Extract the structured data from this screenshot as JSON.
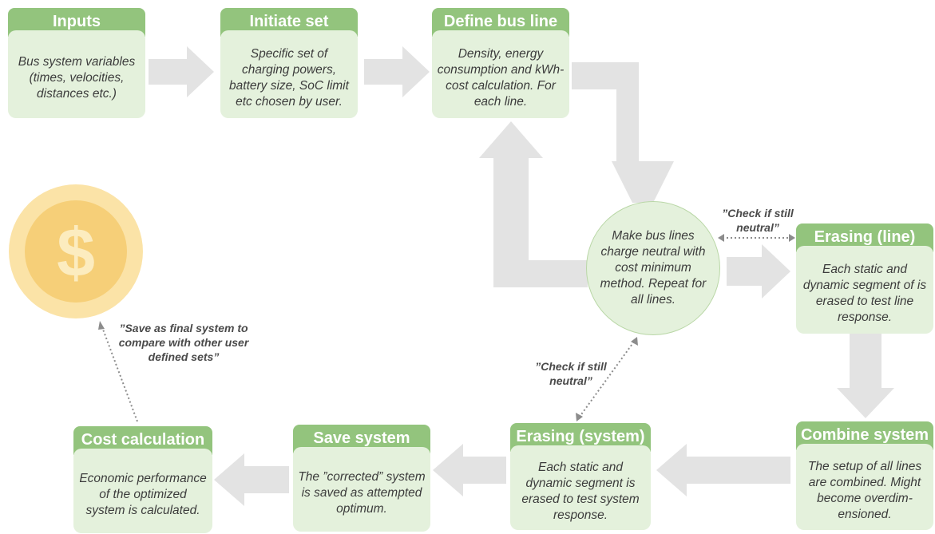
{
  "boxes": {
    "inputs": {
      "title": "Inputs",
      "text": "Bus system variables (times, velocities, distances etc.)"
    },
    "initiate": {
      "title": "Initiate set",
      "text": "Specific set of charging powers, battery size, SoC limit etc chosen by user."
    },
    "define": {
      "title": "Define bus line",
      "text": "Density, energy consumption and kWh-cost calculation. For each line."
    },
    "erasing_line": {
      "title": "Erasing (line)",
      "text": "Each static and dynamic segment of is erased to test line response."
    },
    "combine": {
      "title": "Combine system",
      "text": "The setup of all lines are combined. Might become overdim-ensioned."
    },
    "erasing_system": {
      "title": "Erasing (system)",
      "text": "Each static and dynamic segment is erased to test system response."
    },
    "save": {
      "title": "Save system",
      "text": "The ”corrected” system is saved as attempted optimum."
    },
    "cost": {
      "title": "Cost calculation",
      "text": "Economic performance of the optimized system is calculated."
    }
  },
  "circle": {
    "text": "Make bus lines charge neutral with cost minimum method. Repeat for all lines."
  },
  "notes": {
    "check_line": "”Check if still neutral”",
    "check_system": "”Check if still neutral”",
    "save_final": "”Save as final system to compare with other user defined sets”"
  },
  "coin": {
    "symbol": "$",
    "icon": "dollar-coin-icon"
  },
  "colors": {
    "header": "#93c47d",
    "body": "#e4f1dc",
    "arrow": "#e3e3e3",
    "coin_outer": "#fbe3a7",
    "coin_inner": "#f6cf78",
    "coin_symbol": "#fcecbf"
  }
}
